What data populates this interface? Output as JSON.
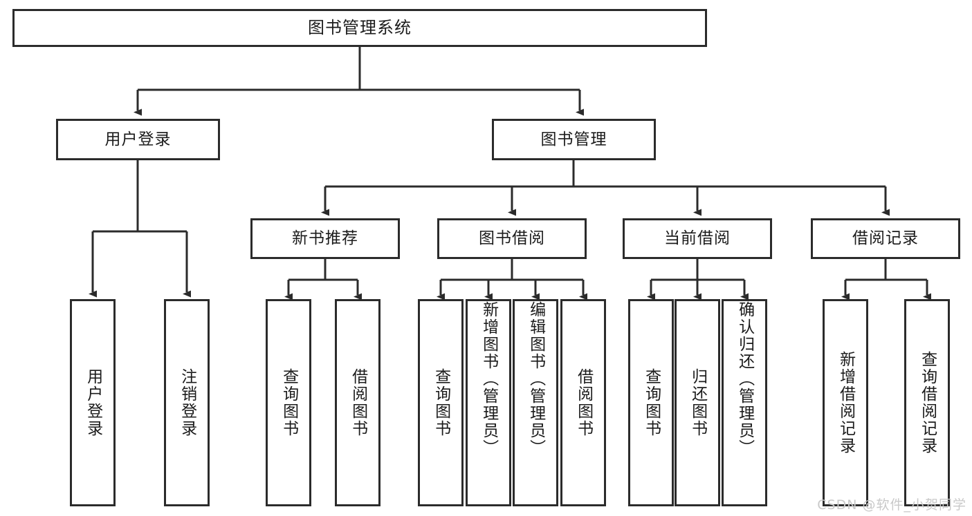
{
  "diagram": {
    "title": "图书管理系统",
    "type": "tree",
    "watermark": "CSDN @软件_小贺同学",
    "stroke_color": "#2b2b2b",
    "fill_color": "#ffffff",
    "text_color": "#1b1b1b",
    "root": {
      "label": "图书管理系统"
    },
    "level2": [
      {
        "label": "用户登录"
      },
      {
        "label": "图书管理"
      }
    ],
    "level3": [
      {
        "label": "新书推荐"
      },
      {
        "label": "图书借阅"
      },
      {
        "label": "当前借阅"
      },
      {
        "label": "借阅记录"
      }
    ],
    "leaves": {
      "user_login": [
        {
          "label": "用户登录"
        },
        {
          "label": "注销登录"
        }
      ],
      "new_book_recommend": [
        {
          "label": "查询图书"
        },
        {
          "label": "借阅图书"
        }
      ],
      "book_borrow": [
        {
          "label": "查询图书"
        },
        {
          "label": "新增图书（管理员）"
        },
        {
          "label": "编辑图书（管理员）"
        },
        {
          "label": "借阅图书"
        }
      ],
      "current_borrow": [
        {
          "label": "查询图书"
        },
        {
          "label": "归还图书"
        },
        {
          "label": "确认归还（管理员）"
        }
      ],
      "borrow_record": [
        {
          "label": "新增借阅记录"
        },
        {
          "label": "查询借阅记录"
        }
      ]
    }
  }
}
